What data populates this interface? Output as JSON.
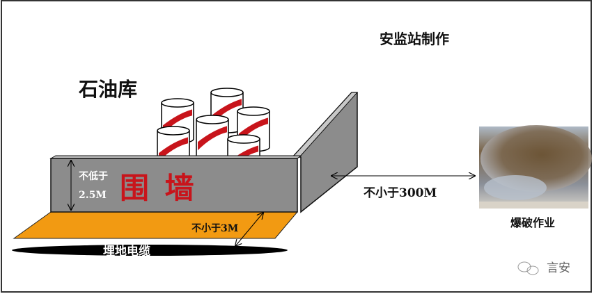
{
  "title": "安监站制作",
  "depot_label": "石油库",
  "wall": {
    "label": "围 墙",
    "height_label_line1": "不低于",
    "height_label_line2": "2.5M"
  },
  "ground_width_label": "不小于3M",
  "cable_label": "埋地电缆",
  "distance_label": "不小于300M",
  "blasting_label": "爆破作业",
  "watermark": "言安",
  "colors": {
    "wall": "#8c8c8c",
    "ground": "#f29a12",
    "wall_text": "#c8141b",
    "cable": "#000000"
  }
}
